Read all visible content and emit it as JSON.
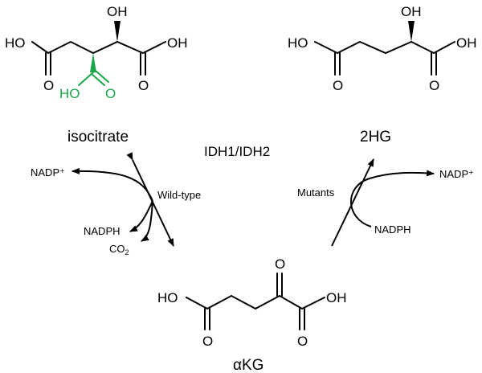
{
  "colors": {
    "ink": "#000000",
    "highlight": "#1aa64a",
    "background": "#ffffff"
  },
  "atoms": {
    "oh": "OH",
    "ho": "HO",
    "o": "O"
  },
  "compounds": {
    "isocitrate": "isocitrate",
    "two_hg": "2HG",
    "akg": "αKG"
  },
  "enzyme": {
    "label": "IDH1/IDH2",
    "wild_type": "Wild-type",
    "mutants": "Mutants"
  },
  "cofactors": {
    "nadp_left": "NADP⁺",
    "nadph_left": "NADPH",
    "co2_prefix": "CO",
    "co2_sub": "2",
    "nadp_right": "NADP⁺",
    "nadph_right": "NADPH"
  }
}
